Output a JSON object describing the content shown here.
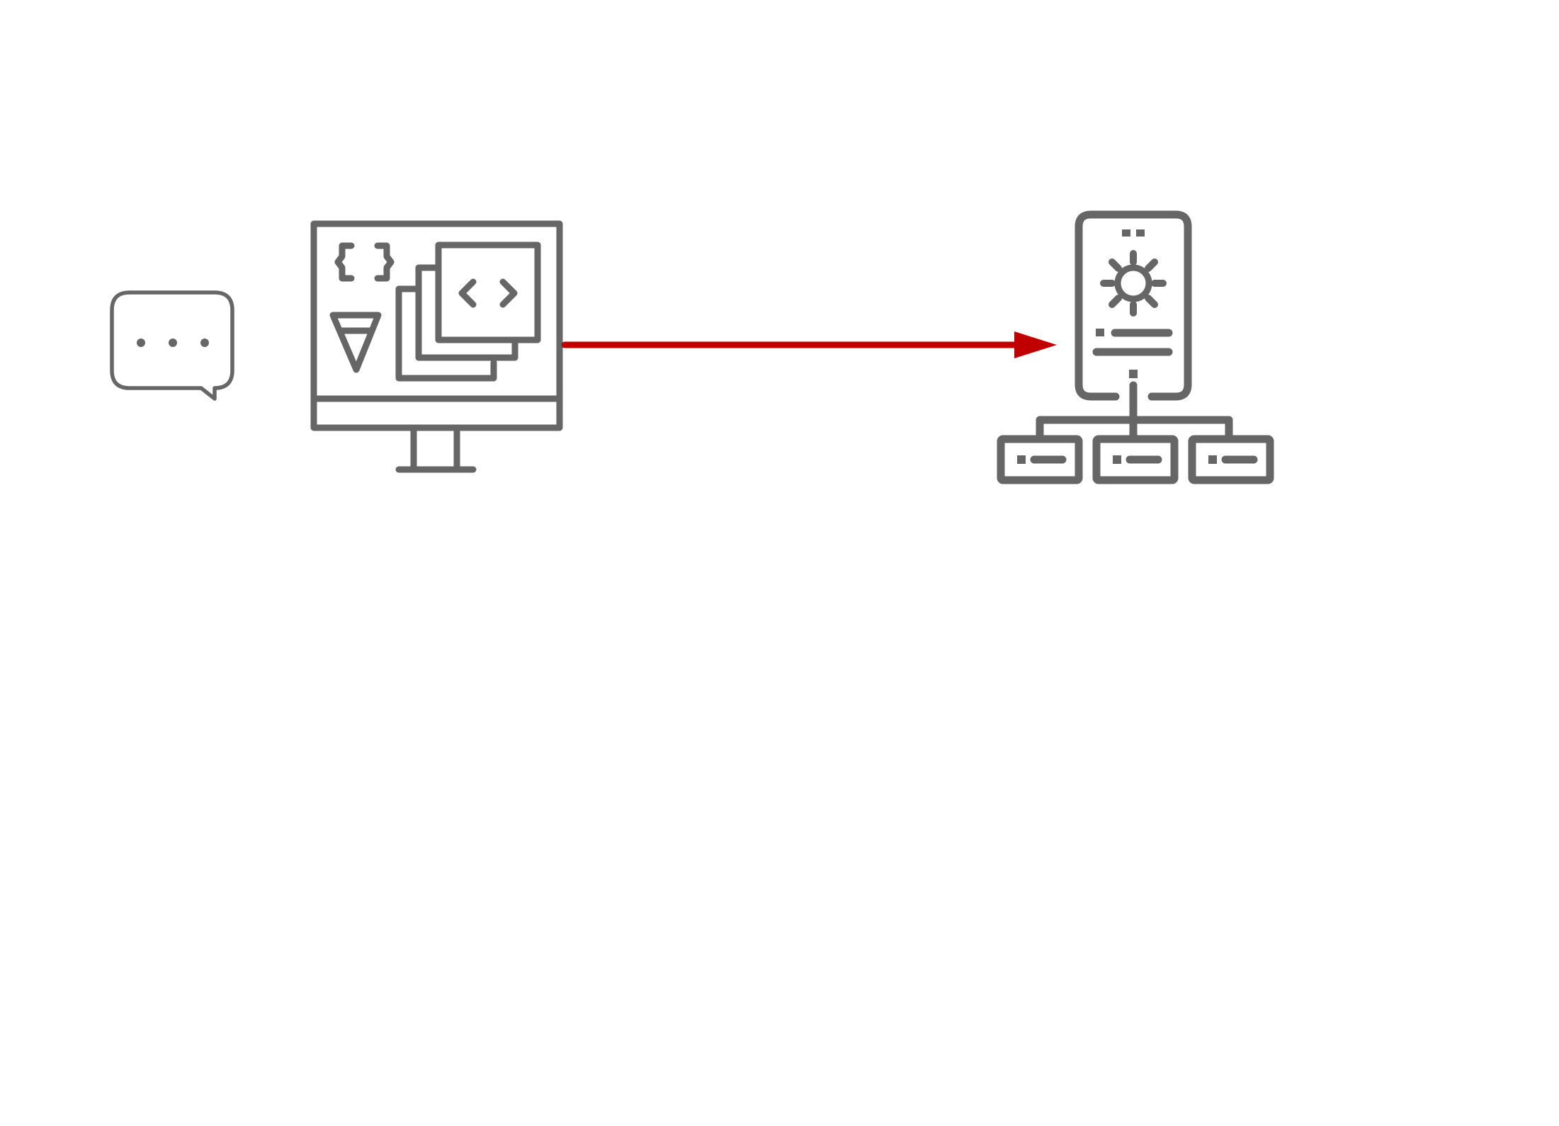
{
  "diagram": {
    "nodes": [
      {
        "id": "chat",
        "icon": "chat-bubble-icon"
      },
      {
        "id": "developer-workstation",
        "icon": "web-development-monitor-icon"
      },
      {
        "id": "server-network",
        "icon": "mobile-server-network-icon"
      }
    ],
    "edges": [
      {
        "from": "developer-workstation",
        "to": "server-network",
        "style": "arrow"
      }
    ]
  },
  "colors": {
    "icon_stroke": "#666666",
    "arrow": "#c00000",
    "background": "#ffffff"
  }
}
